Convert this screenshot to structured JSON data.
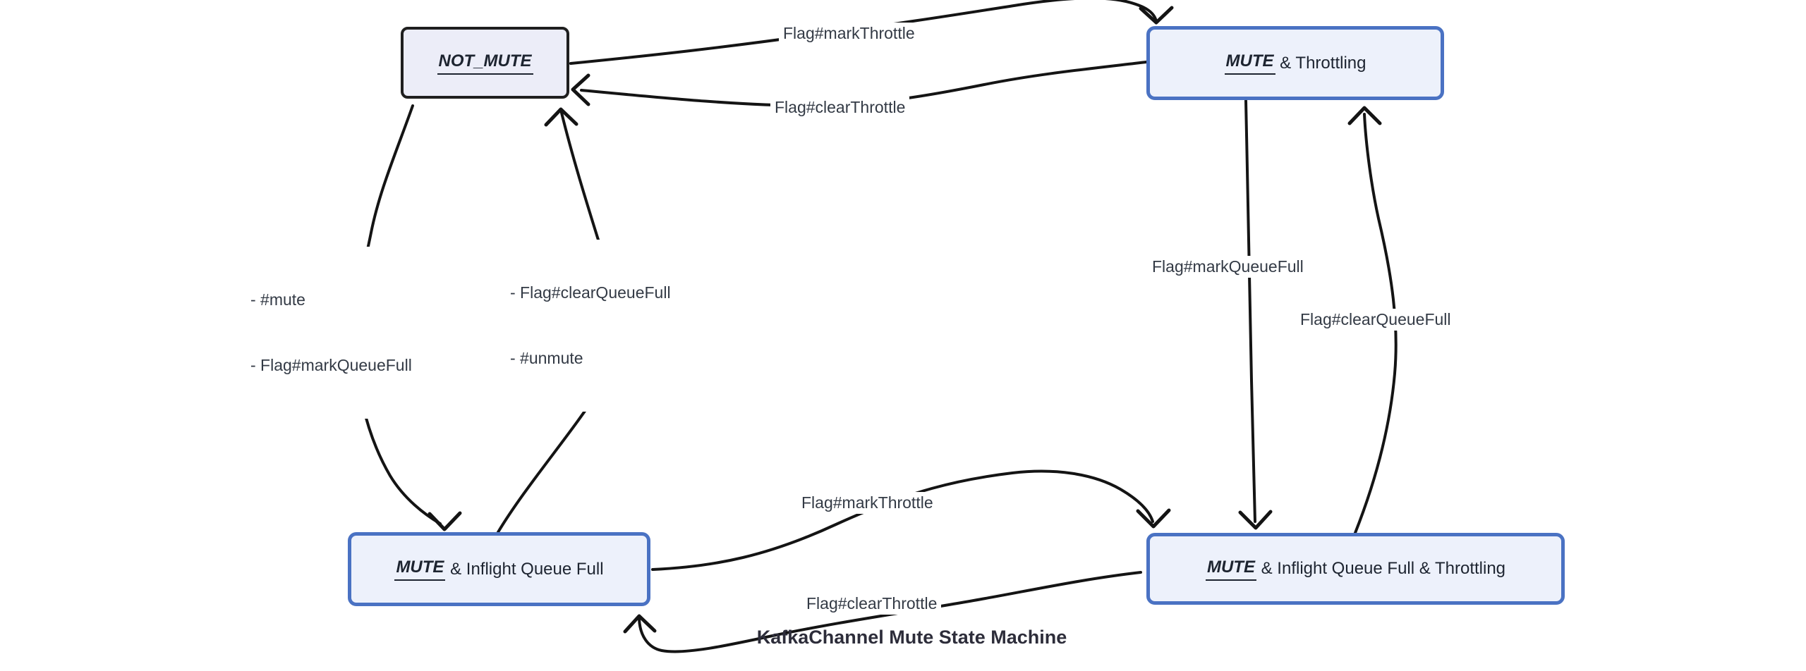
{
  "diagram": {
    "title": "KafkaChannel Mute State Machine",
    "states": {
      "not_mute": {
        "name": "NOT_MUTE",
        "suffix": ""
      },
      "mute_throttling": {
        "name": "MUTE",
        "suffix": " & Throttling"
      },
      "mute_inflight_queue_full": {
        "name": "MUTE",
        "suffix": " & Inflight Queue Full"
      },
      "mute_inflight_queue_full_throttling": {
        "name": "MUTE",
        "suffix": " & Inflight Queue Full & Throttling"
      }
    },
    "transitions": {
      "top_mark_throttle": {
        "label": "Flag#markThrottle"
      },
      "top_clear_throttle": {
        "label": "Flag#clearThrottle"
      },
      "left_down": {
        "lines": [
          "- #mute",
          "- Flag#markQueueFull"
        ]
      },
      "left_up": {
        "lines": [
          "- Flag#clearQueueFull",
          "- #unmute"
        ]
      },
      "right_down": {
        "label": "Flag#markQueueFull"
      },
      "right_up": {
        "label": "Flag#clearQueueFull"
      },
      "bottom_mark_throttle": {
        "label": "Flag#markThrottle"
      },
      "bottom_clear_throttle": {
        "label": "Flag#clearThrottle"
      }
    },
    "colors": {
      "highlight_state_border": "#4a72c3",
      "state_fill": "#edf1fb",
      "plain_state_border": "#1f1f1f",
      "edge": "#141414",
      "text": "#1d2430"
    }
  }
}
